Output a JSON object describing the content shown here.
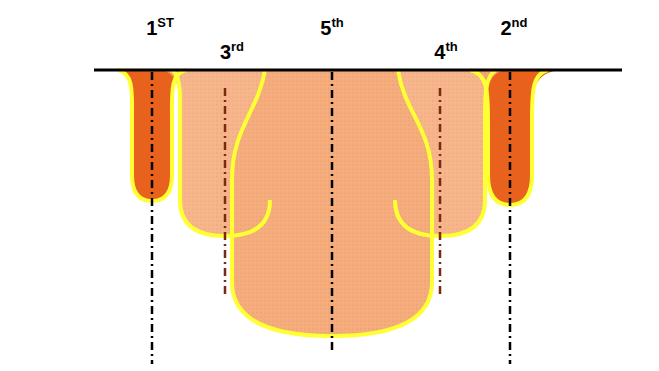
{
  "diagram": {
    "labels": [
      "1ST",
      "3rd",
      "5th",
      "4th",
      "2nd"
    ]
  }
}
